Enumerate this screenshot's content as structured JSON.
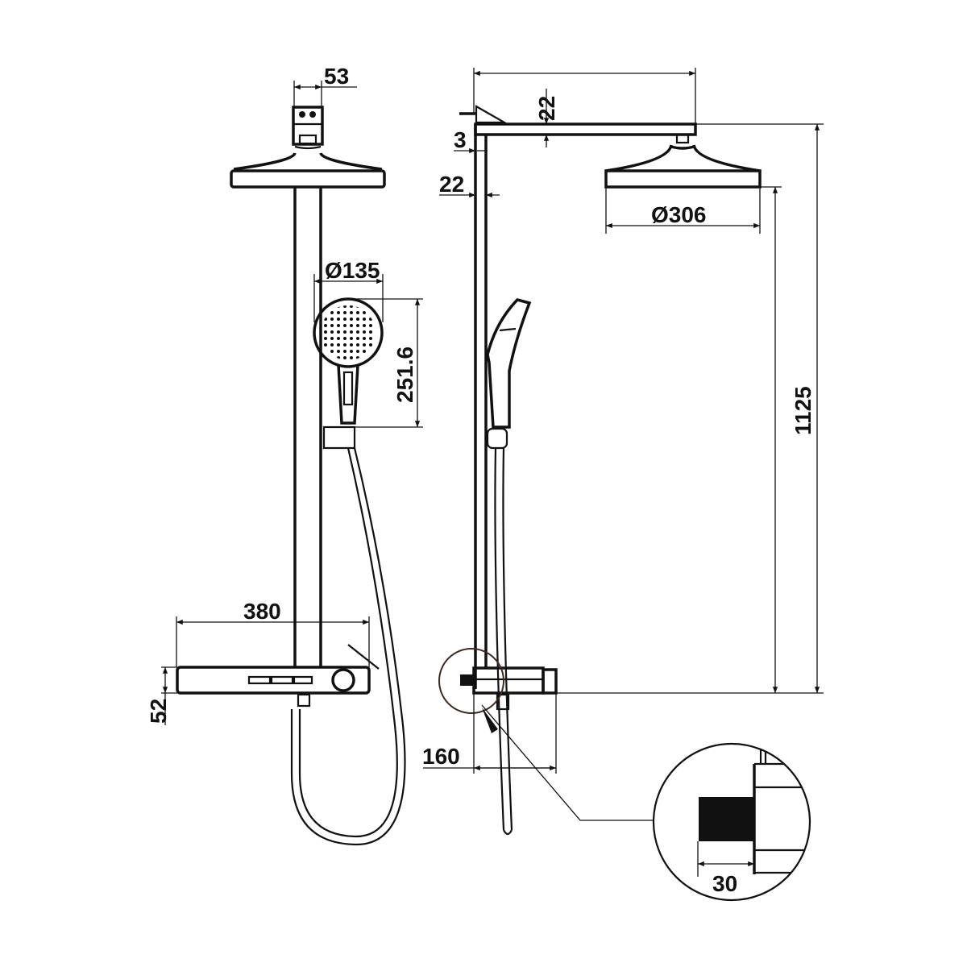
{
  "drawing": {
    "type": "technical-drawing",
    "subject": "thermostatic shower column",
    "views": [
      "front-view",
      "side-view",
      "detail-view"
    ],
    "ink_color": "#111111",
    "detail_circle_color": "#3a2a22",
    "background": "#ffffff"
  },
  "front_view": {
    "dim_top_bracket": "53",
    "dim_hand_shower_diameter": "Ø135",
    "dim_hand_shower_length": "251.6",
    "dim_shelf_width": "380",
    "dim_shelf_height": "52"
  },
  "side_view": {
    "dim_arm_height": "22",
    "dim_wall_gap": "3",
    "dim_pipe_diameter": "22",
    "dim_rain_head_diameter": "Ø306",
    "dim_total_height": "1125",
    "dim_projection": "160"
  },
  "detail_view": {
    "dim_thread_length": "30"
  }
}
